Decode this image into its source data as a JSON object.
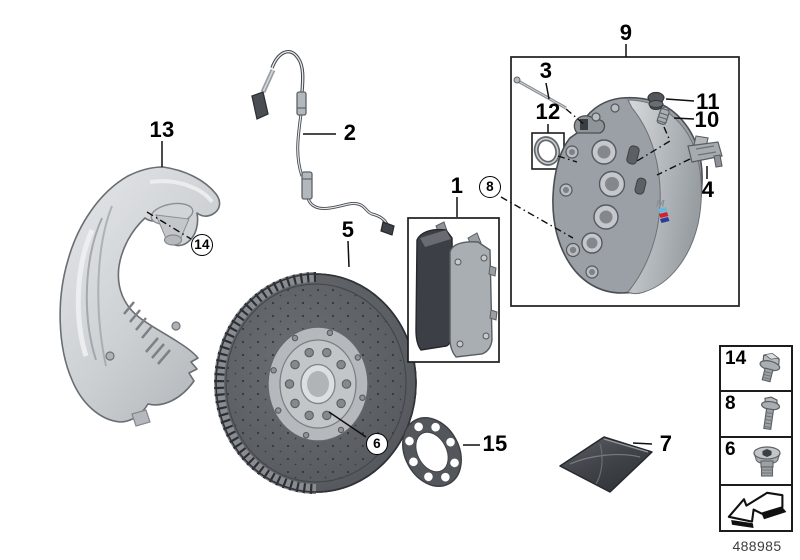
{
  "figure": {
    "code": "488985",
    "kind": "front-brake-parts-diagram"
  },
  "callouts": {
    "c1": "1",
    "c2": "2",
    "c3": "3",
    "c4": "4",
    "c5": "5",
    "c6": "6",
    "c7": "7",
    "c8": "8",
    "c9": "9",
    "c10": "10",
    "c11": "11",
    "c12": "12",
    "c13": "13",
    "c14": "14",
    "c15": "15"
  },
  "sidebar": {
    "rows": [
      {
        "label": "14",
        "icon": "hex-flange-bolt-short-icon"
      },
      {
        "label": "8",
        "icon": "hex-flange-bolt-long-icon"
      },
      {
        "label": "6",
        "icon": "countersunk-hub-screw-icon"
      },
      {
        "label": "",
        "icon": "direction-arrow-icon"
      }
    ]
  },
  "colors": {
    "m_stripe_light_blue": "#6ab7dd",
    "m_stripe_red": "#cf2332",
    "m_stripe_dark_blue": "#2b3a9b",
    "line": "#111111",
    "code_text": "#3d3d3d"
  }
}
